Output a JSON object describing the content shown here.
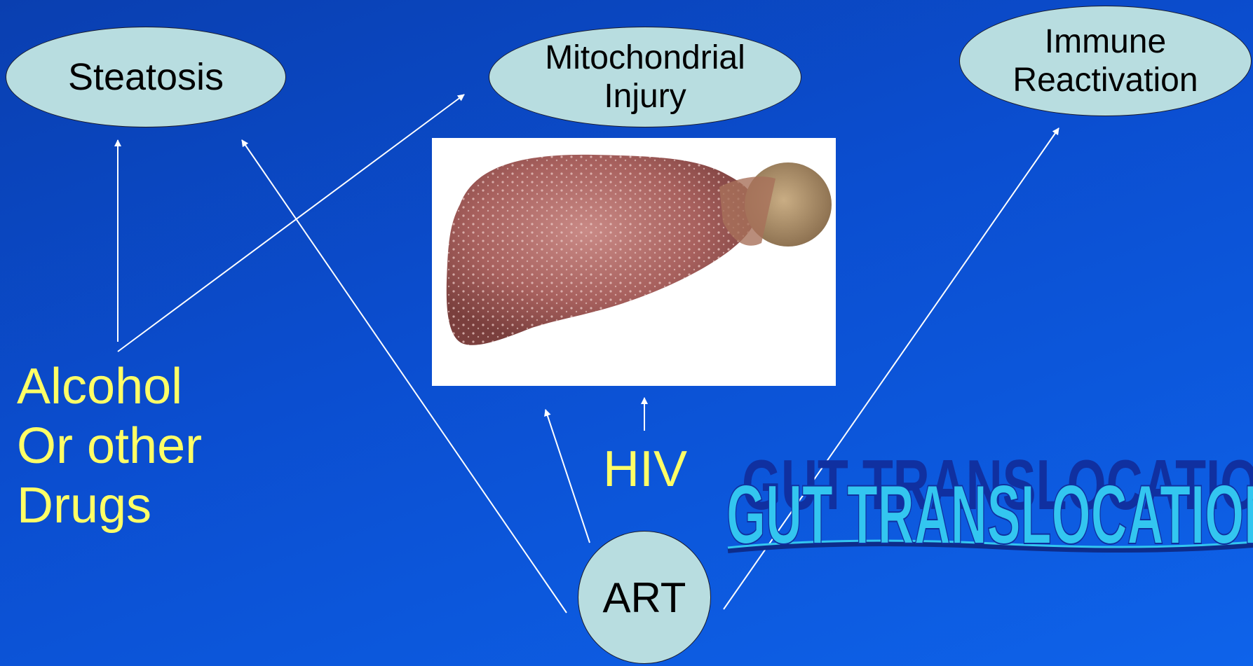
{
  "nodes": {
    "steatosis": "Steatosis",
    "mitochondrial": "Mitochondrial\nInjury",
    "immune": "Immune\nReactivation",
    "art": "ART"
  },
  "labels": {
    "alcohol": "Alcohol\nOr other\nDrugs",
    "hiv": "HIV"
  },
  "wordart": {
    "text": "GUT TRANSLOCATION"
  },
  "colors": {
    "node_fill": "#b8dde0",
    "label_yellow": "#ffff66",
    "arrow": "#ffffff",
    "wordart_front": "#33c6f0",
    "wordart_back": "#1030a0"
  }
}
